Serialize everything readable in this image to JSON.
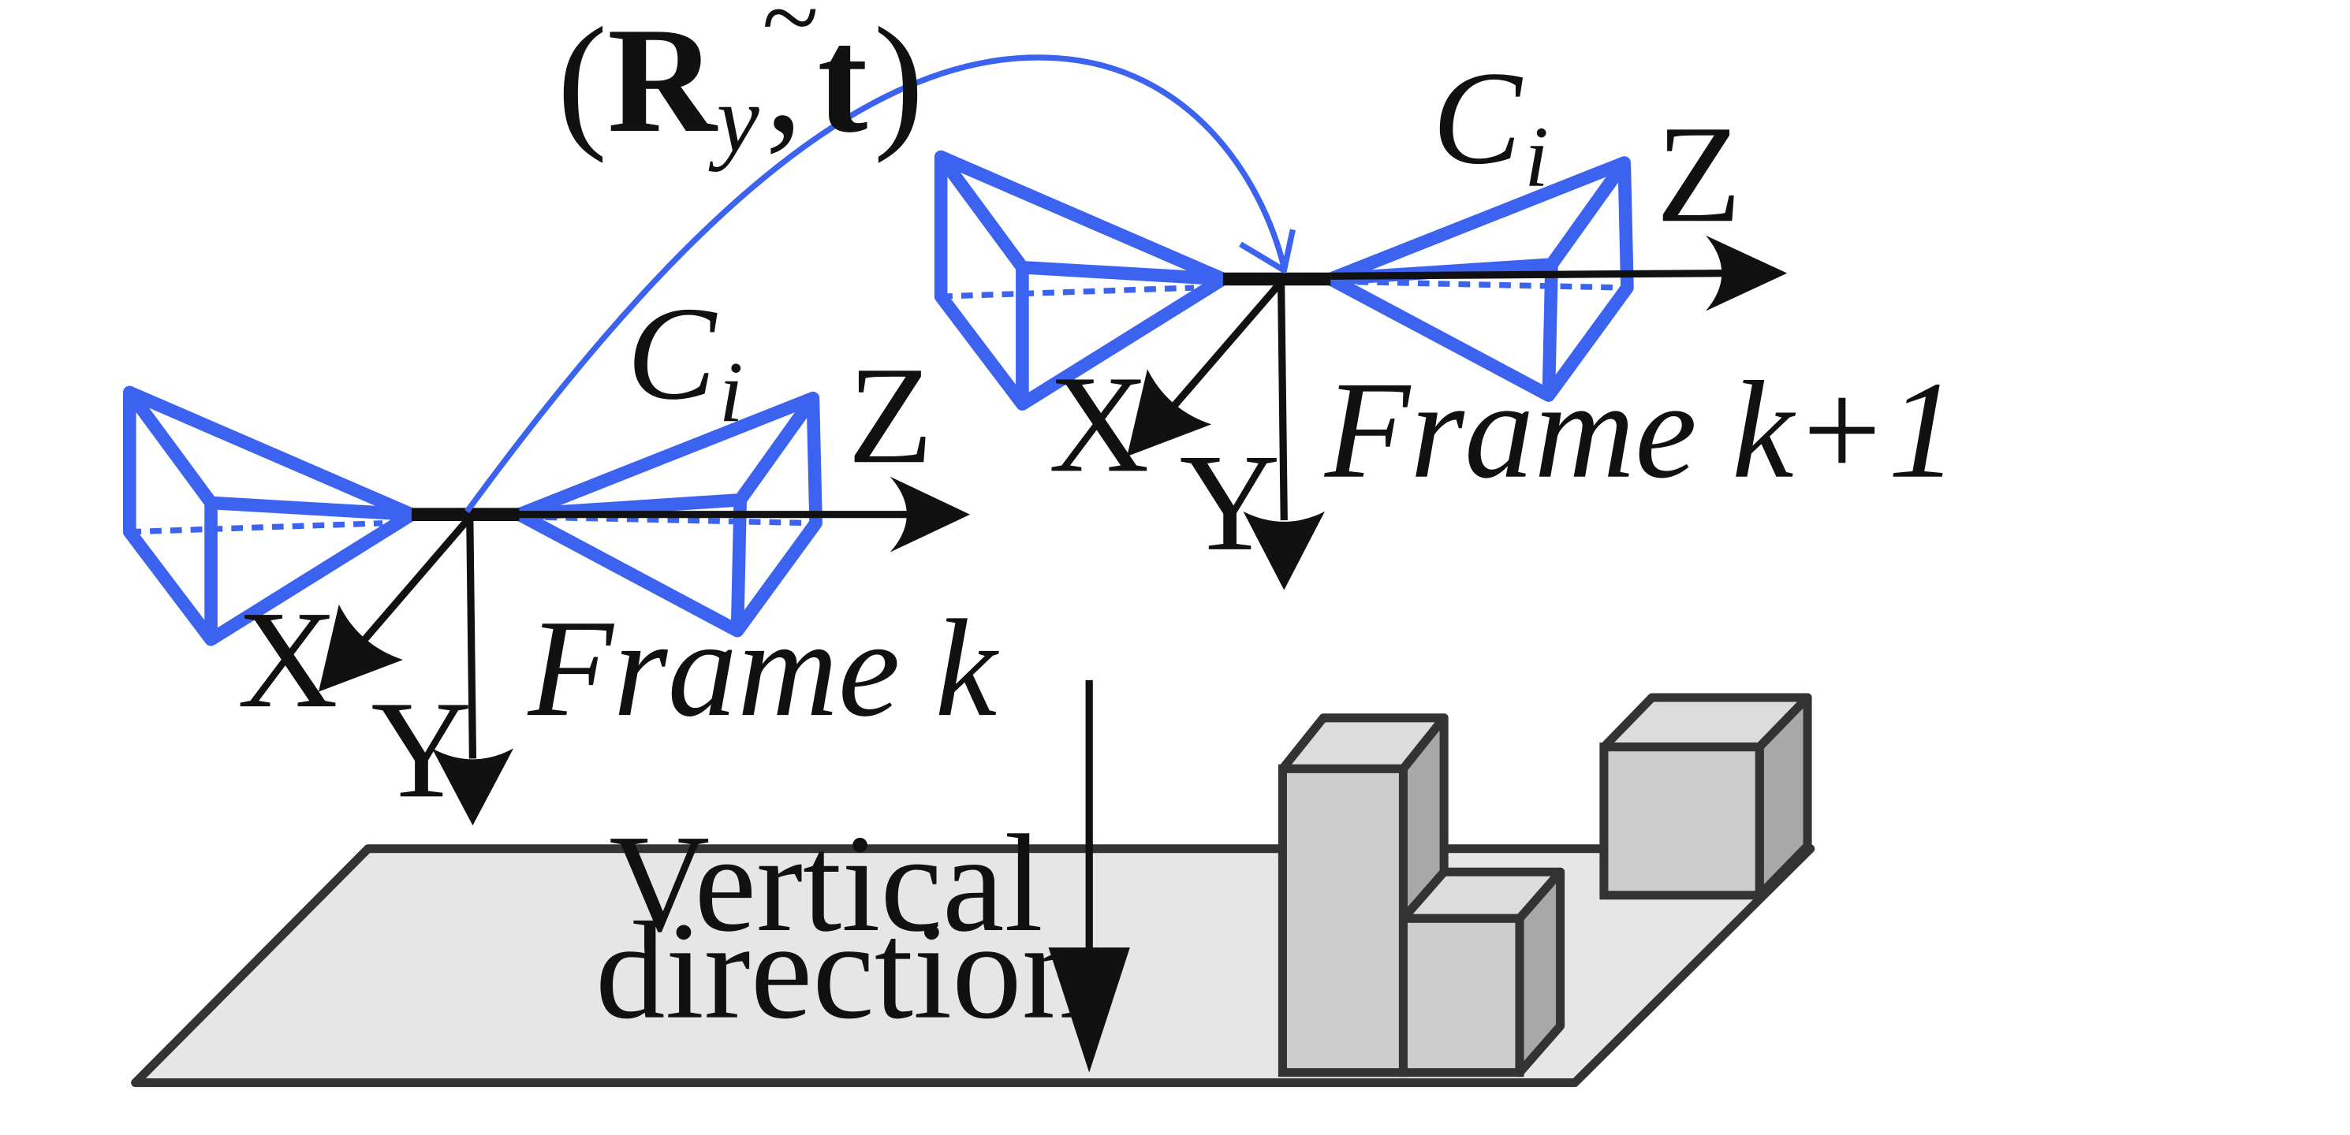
{
  "colors": {
    "camera": "#3b63f0",
    "axis": "#111111",
    "ground": "#e6e6e6",
    "box_front": "#cdcdcd",
    "box_side": "#a8a8a8",
    "box_top": "#dcdcdc",
    "outline": "#333333"
  },
  "transform_label": {
    "open": "(",
    "R": "R",
    "sub": "y",
    "comma": ",",
    "t": "t",
    "tilde": "~",
    "close": ")"
  },
  "frame_k": {
    "axis_x": "X",
    "axis_y": "Y",
    "axis_z": "Z",
    "camera": "C",
    "camera_sub": "i",
    "label": "Frame k"
  },
  "frame_k1": {
    "axis_x": "X",
    "axis_y": "Y",
    "axis_z": "Z",
    "camera": "C",
    "camera_sub": "i",
    "label": "Frame k+1"
  },
  "vertical": {
    "line1": "Vertical",
    "line2": "direction"
  }
}
